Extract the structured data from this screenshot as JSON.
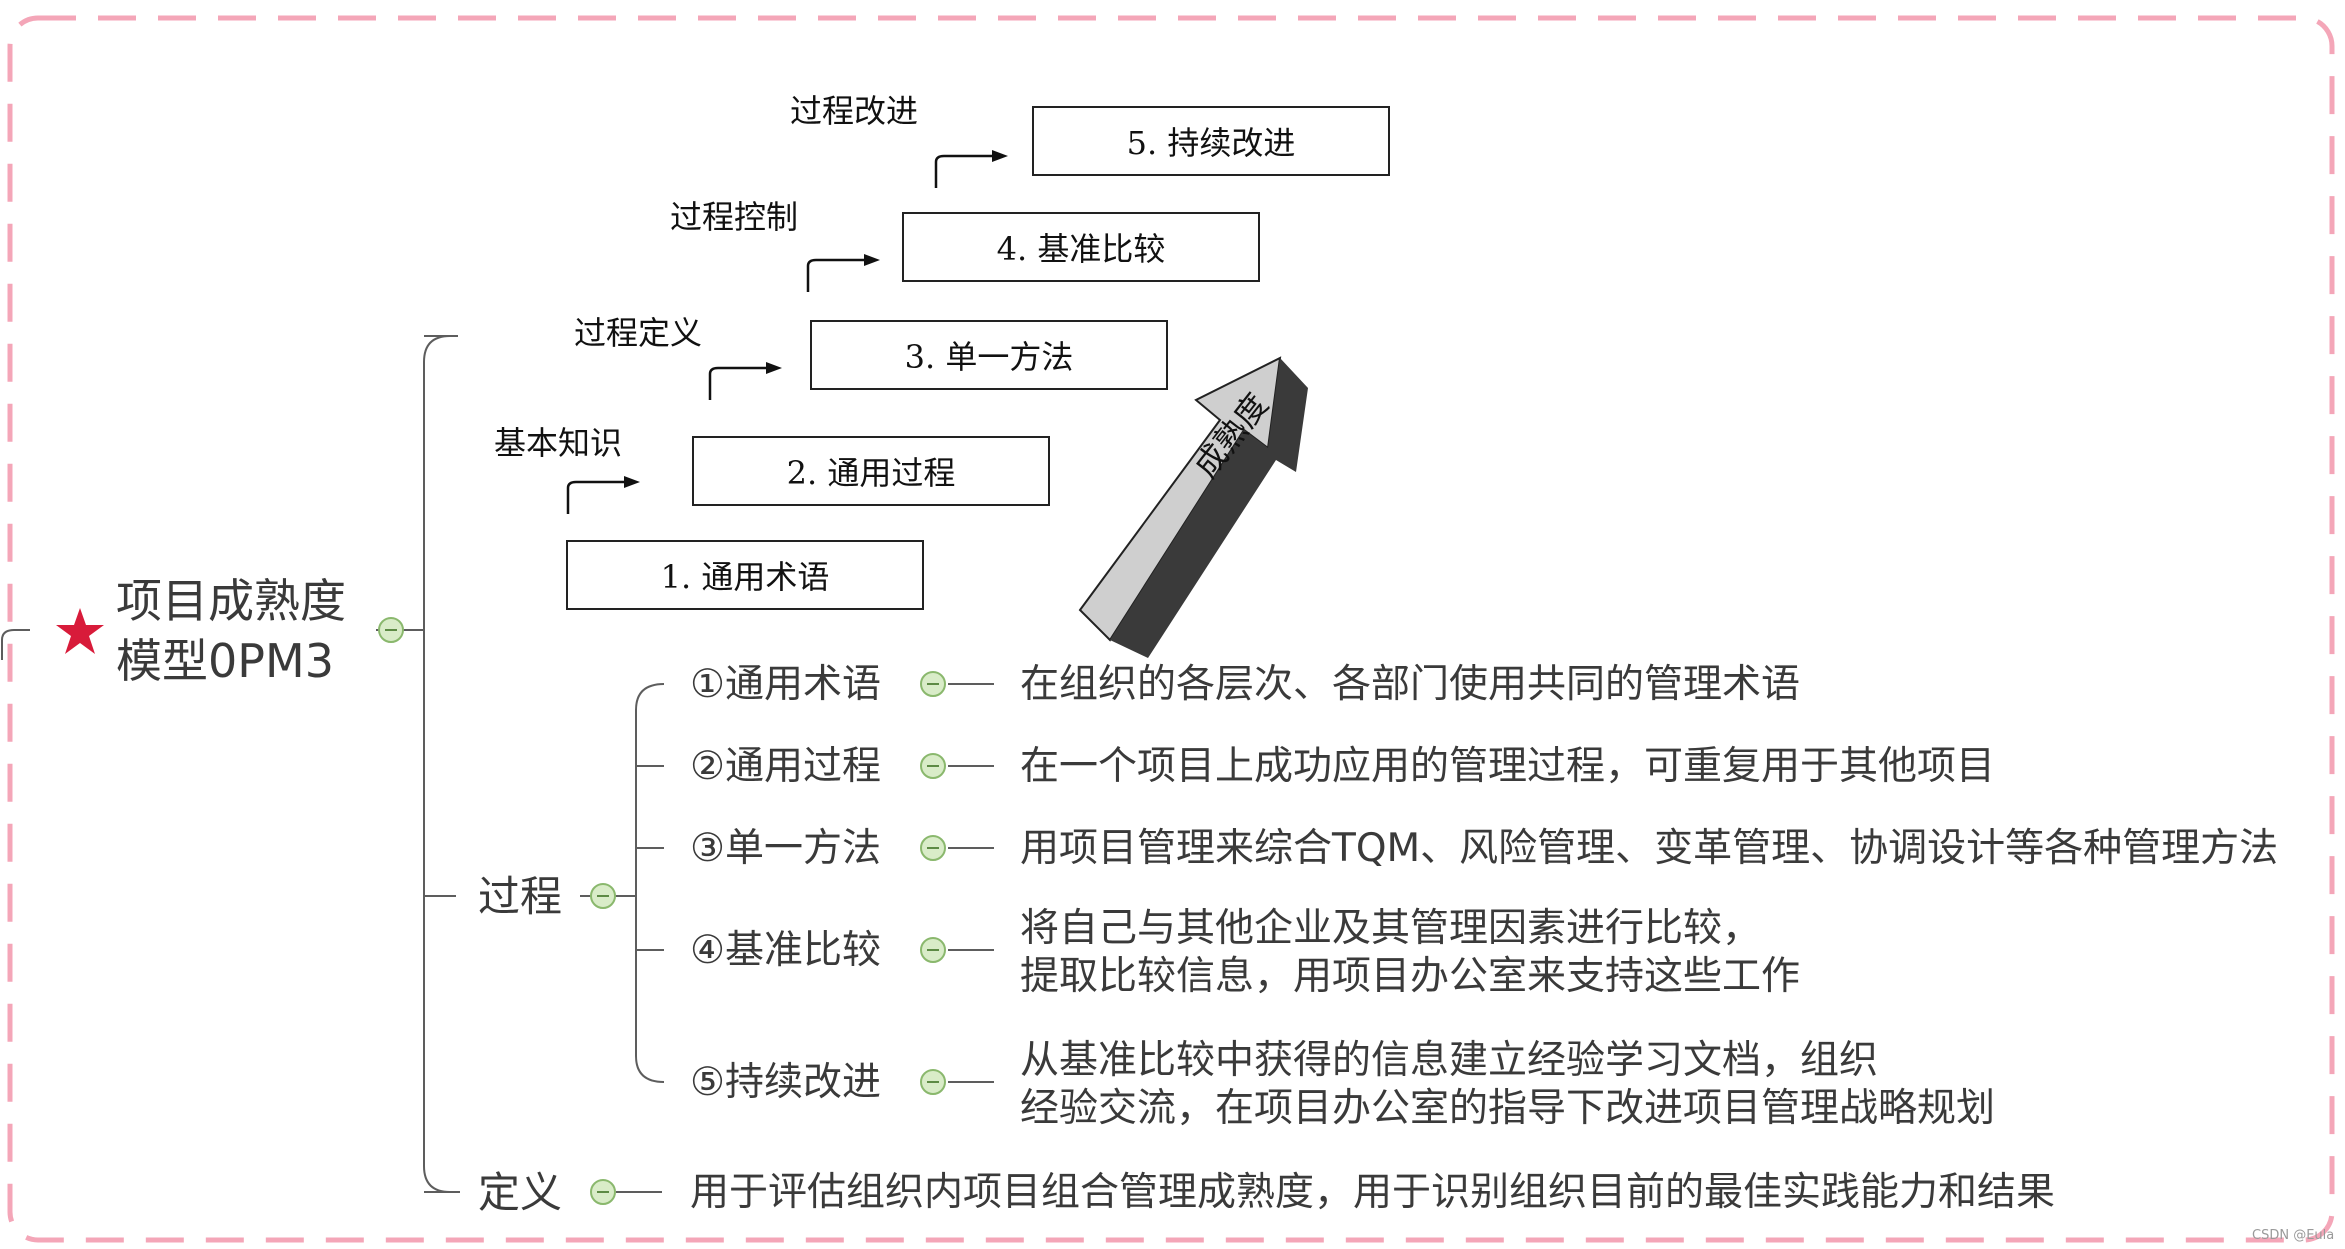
{
  "root": {
    "title_line1": "项目成熟度",
    "title_line2": "模型0PM3",
    "star_icon": "star-icon",
    "star_color": "#d81b3a"
  },
  "figure": {
    "steps": [
      {
        "label": "1. 通用术语"
      },
      {
        "label": "2. 通用过程",
        "stage": "基本知识"
      },
      {
        "label": "3. 单一方法",
        "stage": "过程定义"
      },
      {
        "label": "4. 基准比较",
        "stage": "过程控制"
      },
      {
        "label": "5. 持续改进",
        "stage": "过程改进"
      }
    ],
    "arrow_label": "成熟度"
  },
  "process": {
    "label": "过程",
    "items": [
      {
        "label": "①通用术语",
        "desc": [
          "在组织的各层次、各部门使用共同的管理术语"
        ]
      },
      {
        "label": "②通用过程",
        "desc": [
          "在一个项目上成功应用的管理过程，可重复用于其他项目"
        ]
      },
      {
        "label": "③单一方法",
        "desc": [
          "用项目管理来综合TQM、风险管理、变革管理、协调设计等各种管理方法"
        ]
      },
      {
        "label": "④基准比较",
        "desc": [
          "将自己与其他企业及其管理因素进行比较，",
          "提取比较信息，用项目办公室来支持这些工作"
        ]
      },
      {
        "label": "⑤持续改进",
        "desc": [
          "从基准比较中获得的信息建立经验学习文档，组织",
          "经验交流，在项目办公室的指导下改进项目管理战略规划"
        ]
      }
    ]
  },
  "definition": {
    "label": "定义",
    "desc": "用于评估组织内项目组合管理成熟度，用于识别组织目前的最佳实践能力和结果"
  },
  "watermark": "CSDN @Eula",
  "colors": {
    "frame": "#f4a6b8",
    "connector": "#5d5d5d",
    "collapse_fill": "#d9ecc8"
  }
}
